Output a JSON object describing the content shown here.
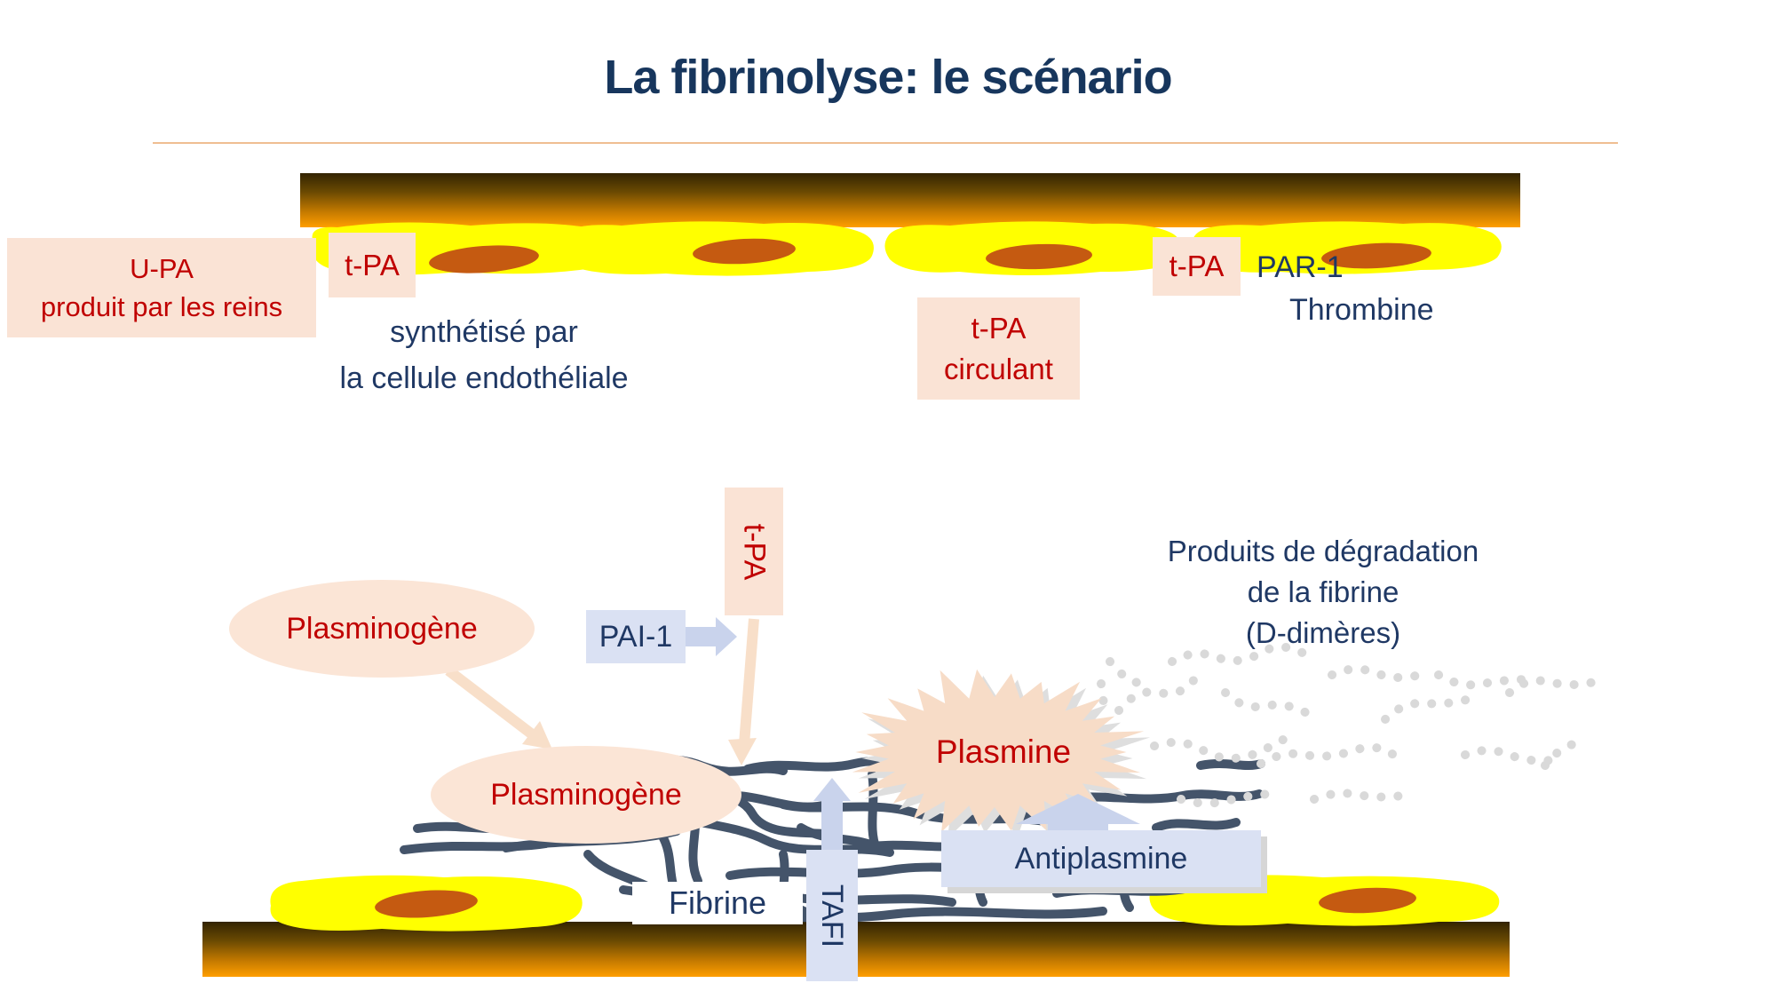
{
  "title": "La fibrinolyse: le scénario",
  "vessel": {
    "upa_line1": "U-PA",
    "upa_line2": "produit par les reins",
    "tpa_left": "t-PA",
    "synth_line1": "synthétisé par",
    "synth_line2": "la cellule endothéliale",
    "tpa_circ_line1": "t-PA",
    "tpa_circ_line2": "circulant",
    "tpa_right": "t-PA",
    "par1": "PAR-1",
    "thrombine": "Thrombine"
  },
  "fibrinolysis": {
    "tpa_vertical": "t-PA",
    "pai1": "PAI-1",
    "plasminogene_free": "Plasminogène",
    "plasminogene_bound": "Plasminogène",
    "plasmine": "Plasmine",
    "antiplasmine": "Antiplasmine",
    "fibrine": "Fibrine",
    "tafi": "TAFI",
    "degradation_line1": "Produits de dégradation",
    "degradation_line2": "de la fibrine",
    "degradation_line3": "(D-dimères)"
  },
  "colors": {
    "title_navy": "#17365D",
    "text_navy": "#1F3864",
    "text_red": "#C00000",
    "peach_box": "#FAE3D5",
    "peach_ellipse": "#FBE5D6",
    "peach_arrow": "#F8DFC9",
    "lavender_box": "#DAE1F3",
    "lavender_arrow": "#C9D3EC",
    "yellow_cell": "#FFFF00",
    "nucleus_orange": "#C55A11",
    "fibrin_mesh": "#44546A",
    "degradation_dots": "#D9D9D9",
    "wall_dark": "#332402",
    "wall_orange": "#FF9E00",
    "rule_orange": "#EFBE92"
  }
}
